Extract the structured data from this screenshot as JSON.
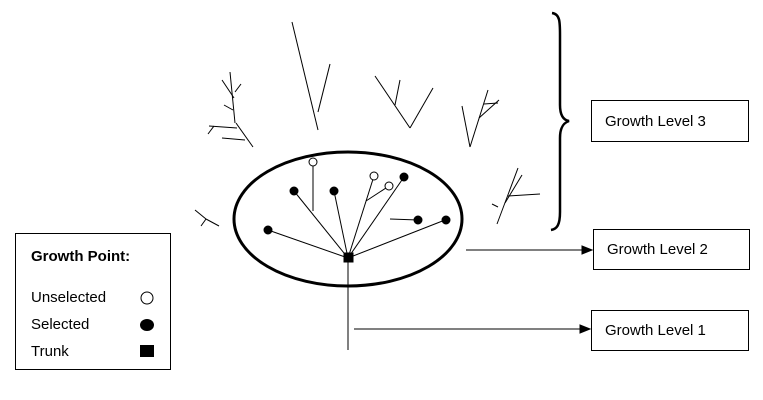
{
  "legend": {
    "title": "Growth Point:",
    "items": [
      {
        "label": "Unselected",
        "symbol": "circle-hollow-icon"
      },
      {
        "label": "Selected",
        "symbol": "circle-filled-icon"
      },
      {
        "label": "Trunk",
        "symbol": "square-filled-icon"
      }
    ]
  },
  "levels": {
    "level3": "Growth Level 3",
    "level2": "Growth Level 2",
    "level1": "Growth Level 1"
  },
  "colors": {
    "stroke": "#000000",
    "background": "#ffffff"
  }
}
